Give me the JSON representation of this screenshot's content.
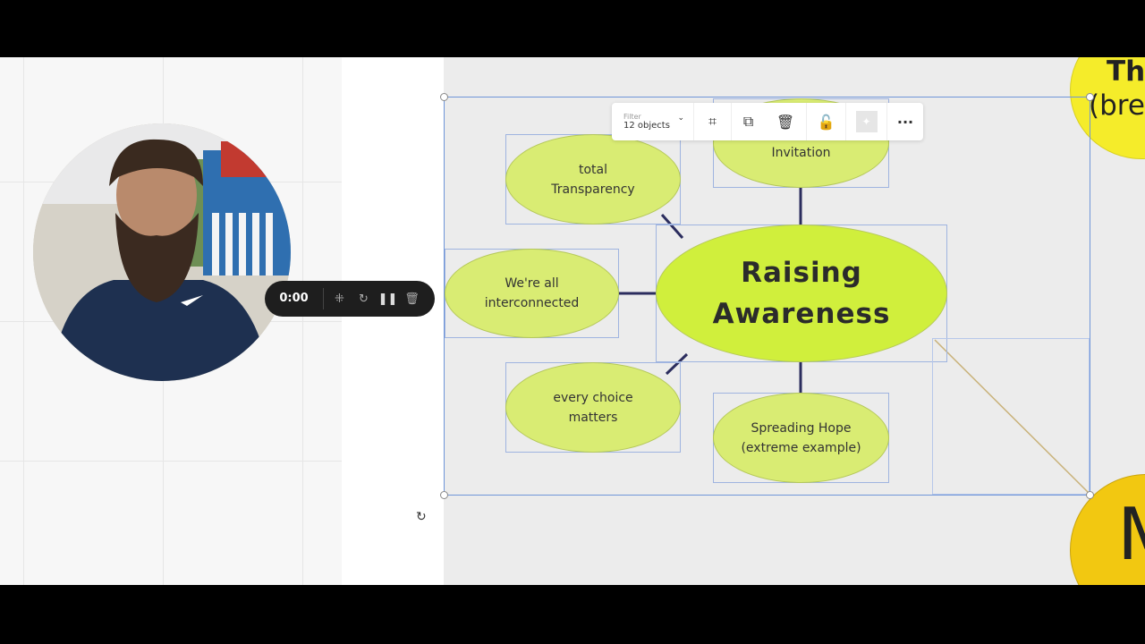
{
  "recorder": {
    "time": "0:00",
    "icons": [
      "grid-icon",
      "restart-icon",
      "pause-icon",
      "trash-icon"
    ]
  },
  "toolbar": {
    "filter_label": "Filter",
    "filter_value": "12 objects"
  },
  "nodes": {
    "center": {
      "line1": "Raising",
      "line2": "Awareness"
    },
    "top": "Invitation",
    "transparency": {
      "line1": "total",
      "line2": "Transparency"
    },
    "interconnected": {
      "line1": "We're all",
      "line2": "interconnected"
    },
    "choice": {
      "line1": "every choice",
      "line2": "matters"
    },
    "hope": {
      "line1": "Spreading Hope",
      "line2": "(extreme example)"
    },
    "right_top": {
      "line1": "Th",
      "line2": "(bre"
    },
    "right_bottom": "M"
  },
  "colors": {
    "node": "#d9ec73",
    "center": "#d0ef3c",
    "connector": "#2b2d5e",
    "selection": "#6f95d8",
    "yellow": "#f5ec2a",
    "gold": "#f2c811"
  }
}
